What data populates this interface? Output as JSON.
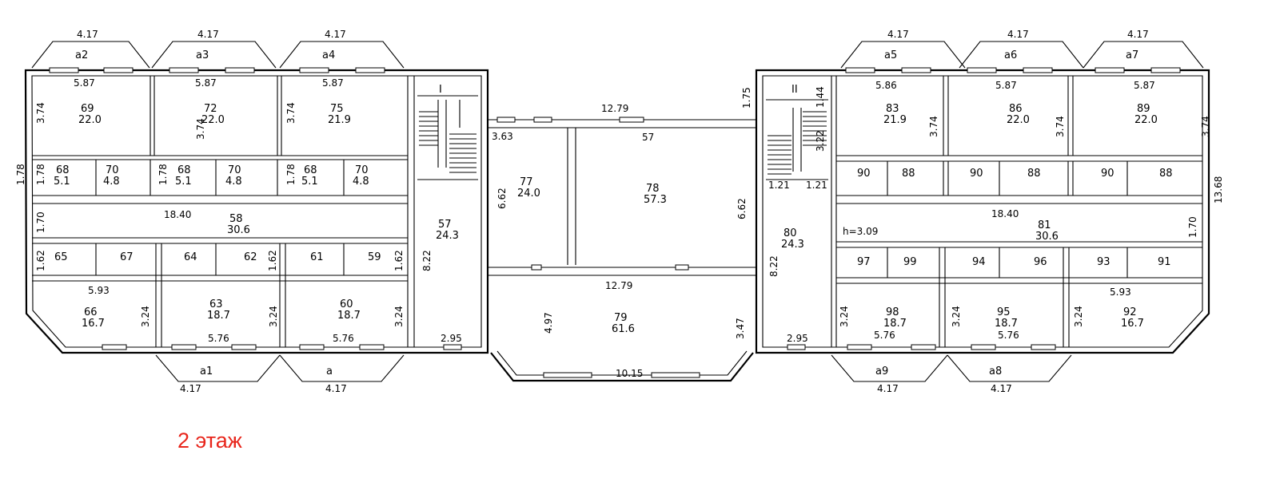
{
  "floor_title": "2 этаж",
  "colors": {
    "lines": "#000000",
    "title": "#e8261c",
    "background": "#ffffff"
  },
  "rooms": [
    {
      "id": "69",
      "area": "22.0"
    },
    {
      "id": "72",
      "area": "22.0"
    },
    {
      "id": "75",
      "area": "21.9"
    },
    {
      "id": "68",
      "area": "5.1"
    },
    {
      "id": "70",
      "area": "4.8"
    },
    {
      "id": "68",
      "area": "5.1"
    },
    {
      "id": "70",
      "area": "4.8"
    },
    {
      "id": "68",
      "area": "5.1"
    },
    {
      "id": "70",
      "area": "4.8"
    },
    {
      "id": "58",
      "area": "30.6"
    },
    {
      "id": "57",
      "area": "24.3"
    },
    {
      "id": "65",
      "area": ""
    },
    {
      "id": "67",
      "area": ""
    },
    {
      "id": "64",
      "area": ""
    },
    {
      "id": "62",
      "area": ""
    },
    {
      "id": "61",
      "area": ""
    },
    {
      "id": "59",
      "area": ""
    },
    {
      "id": "66",
      "area": "16.7"
    },
    {
      "id": "63",
      "area": "18.7"
    },
    {
      "id": "60",
      "area": "18.7"
    },
    {
      "id": "77",
      "area": "24.0"
    },
    {
      "id": "78",
      "area": "57.3"
    },
    {
      "id": "79",
      "area": "61.6"
    },
    {
      "id": "83",
      "area": "21.9"
    },
    {
      "id": "86",
      "area": "22.0"
    },
    {
      "id": "89",
      "area": "22.0"
    },
    {
      "id": "90",
      "area": ""
    },
    {
      "id": "88",
      "area": ""
    },
    {
      "id": "90",
      "area": ""
    },
    {
      "id": "88",
      "area": ""
    },
    {
      "id": "90",
      "area": ""
    },
    {
      "id": "88",
      "area": ""
    },
    {
      "id": "80",
      "area": "24.3"
    },
    {
      "id": "81",
      "area": "30.6"
    },
    {
      "id": "97",
      "area": ""
    },
    {
      "id": "99",
      "area": ""
    },
    {
      "id": "94",
      "area": ""
    },
    {
      "id": "96",
      "area": ""
    },
    {
      "id": "93",
      "area": ""
    },
    {
      "id": "91",
      "area": ""
    },
    {
      "id": "98",
      "area": "18.7"
    },
    {
      "id": "95",
      "area": "18.7"
    },
    {
      "id": "92",
      "area": "16.7"
    }
  ],
  "stairs": [
    "I",
    "II"
  ],
  "balconies": [
    "a2",
    "a3",
    "a4",
    "a5",
    "a6",
    "a7",
    "a1",
    "a",
    "a9",
    "a8"
  ],
  "dimensions": [
    "4.17",
    "4.17",
    "4.17",
    "4.17",
    "4.17",
    "4.17",
    "4.17",
    "4.17",
    "4.17",
    "4.17",
    "5.87",
    "5.87",
    "5.87",
    "5.86",
    "5.87",
    "5.87",
    "3.74",
    "3.74",
    "3.74",
    "3.74",
    "3.74",
    "3.74",
    "1.78",
    "1.78",
    "1.78",
    "1.78",
    "1.70",
    "18.40",
    "1.62",
    "1.62",
    "1.62",
    "5.93",
    "3.24",
    "3.24",
    "3.24",
    "5.76",
    "5.76",
    "2.95",
    "8.22",
    "6.62",
    "3.63",
    "12.79",
    "57",
    "6.62",
    "12.79",
    "4.97",
    "3.47",
    "10.15",
    "1.75",
    "1.44",
    "3.22",
    "1.21",
    "1.21",
    "8.22",
    "2.95",
    "13.68",
    "18.40",
    "h=3.09",
    "1.70",
    "3.24",
    "3.24",
    "3.24",
    "5.93",
    "5.76",
    "5.76"
  ]
}
